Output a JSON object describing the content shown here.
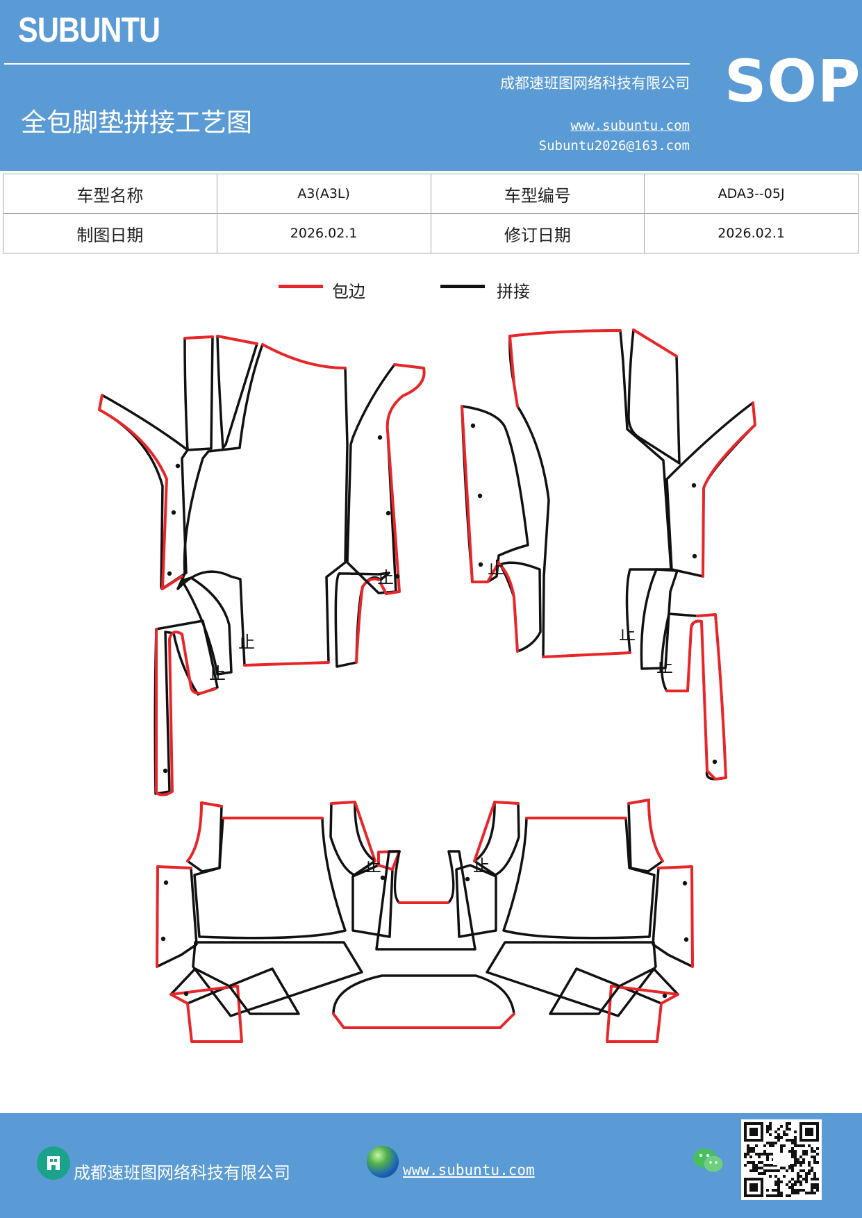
{
  "header": {
    "brand": "SUBUNTU",
    "company": "成都速班图网络科技有限公司",
    "title": "全包脚垫拼接工艺图",
    "website": "www.subuntu.com",
    "email": "Subuntu2026@163.com",
    "badge": "SOP"
  },
  "info": {
    "row1": {
      "label1": "车型名称",
      "value1": "A3(A3L)",
      "label2": "车型编号",
      "value2": "ADA3--05J"
    },
    "row2": {
      "label1": "制图日期",
      "value1": "2026.02.1",
      "label2": "修订日期",
      "value2": "2026.02.1"
    }
  },
  "legend": {
    "wrap_label": "包边",
    "wrap_color": "#e8262a",
    "splice_label": "拼接",
    "splice_color": "#111111"
  },
  "diagram": {
    "stop_mark": "止"
  },
  "footer": {
    "company": "成都速班图网络科技有限公司",
    "website": "www.subuntu.com ",
    "icons": [
      "building-icon",
      "globe-icon",
      "wechat-icon",
      "qr-code"
    ]
  }
}
